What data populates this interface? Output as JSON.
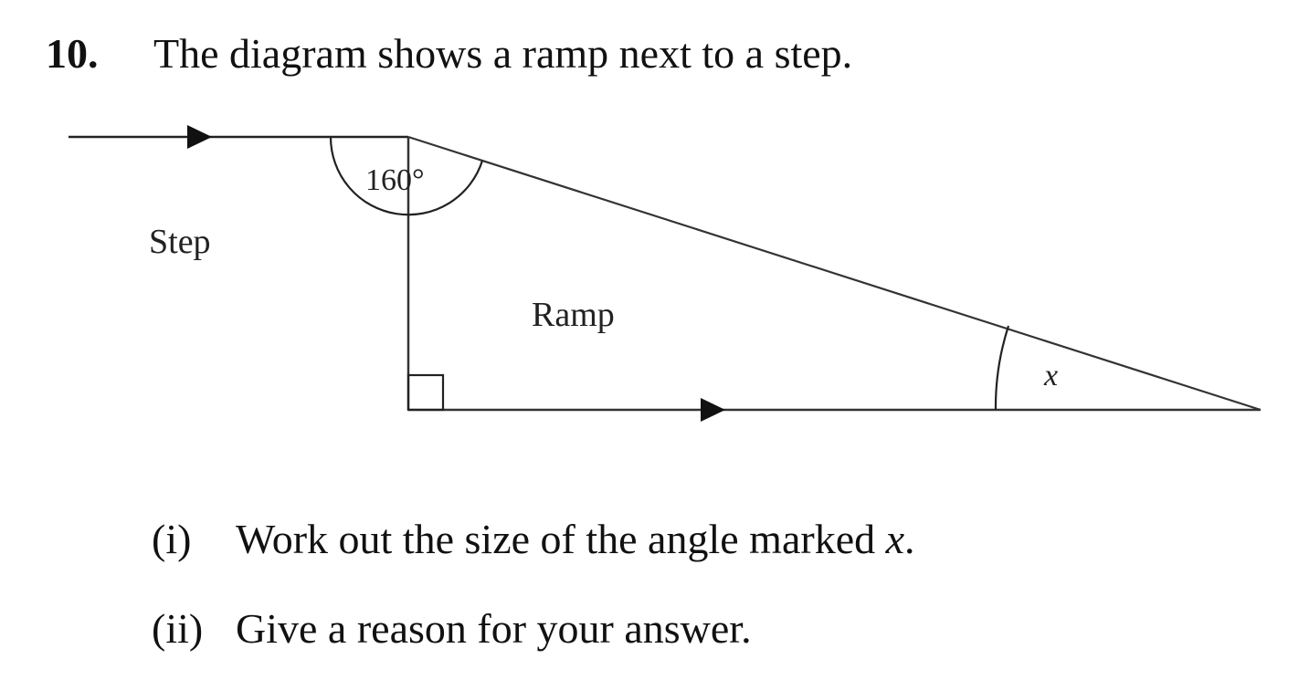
{
  "question": {
    "number": "10.",
    "stem": "The diagram shows a ramp next to a step."
  },
  "diagram": {
    "angle_label": "160°",
    "step_label": "Step",
    "ramp_label": "Ramp",
    "x_label": "x"
  },
  "parts": [
    {
      "number": "(i)",
      "text_before": "Work out the size of the angle marked ",
      "variable": "x",
      "text_after": "."
    },
    {
      "number": "(ii)",
      "text": "Give a reason for your answer."
    }
  ]
}
